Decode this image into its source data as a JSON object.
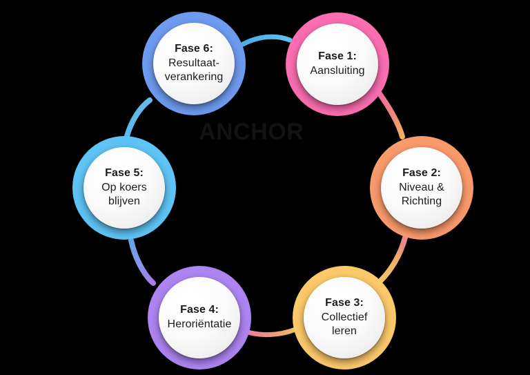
{
  "diagram": {
    "type": "cycle-diagram",
    "title": "ANCHOR fasen cyclus",
    "background_color": "#000000",
    "center": {
      "label": "ANCHOR",
      "ring_gradient": [
        "#63b8f7",
        "#a97bf0",
        "#fb6fb0",
        "#fba06a",
        "#fcc45f"
      ]
    },
    "phases": [
      {
        "id": "fase-1",
        "title": "Fase 1:",
        "subtitle": "Aansluiting",
        "subtitle_lines": [
          "Aansluiting"
        ],
        "ring_color": "#fb6eb0",
        "order": 1
      },
      {
        "id": "fase-2",
        "title": "Fase 2:",
        "subtitle": "Niveau & Richting",
        "subtitle_lines": [
          "Niveau &",
          "Richting"
        ],
        "ring_color": "#f99a6b",
        "order": 2
      },
      {
        "id": "fase-3",
        "title": "Fase 3:",
        "subtitle": "Collectief leren",
        "subtitle_lines": [
          "Collectief",
          "leren"
        ],
        "ring_color": "#fbc96a",
        "order": 3
      },
      {
        "id": "fase-4",
        "title": "Fase 4:",
        "subtitle": "Heroriëntatie",
        "subtitle_lines": [
          "Heroriëntatie"
        ],
        "ring_color": "#ad85f2",
        "order": 4
      },
      {
        "id": "fase-5",
        "title": "Fase 5:",
        "subtitle": "Op koers blijven",
        "subtitle_lines": [
          "Op koers",
          "blijven"
        ],
        "ring_color": "#5ec4f5",
        "order": 5
      },
      {
        "id": "fase-6",
        "title": "Fase 6:",
        "subtitle": "Resultaat-verankering",
        "subtitle_lines": [
          "Resultaat-",
          "verankering"
        ],
        "ring_color": "#6e9bf0",
        "order": 6
      }
    ],
    "connectors": [
      {
        "id": "c-6-1",
        "from": "fase-6",
        "to": "fase-1",
        "color_start": "#4fb5f2",
        "color_end": "#63c8f8"
      },
      {
        "id": "c-1-2",
        "from": "fase-1",
        "to": "fase-2",
        "color_start": "#fb6eb0",
        "color_end": "#fbb566"
      },
      {
        "id": "c-2-3",
        "from": "fase-2",
        "to": "fase-3",
        "color_start": "#f99a6b",
        "color_end": "#fbce6e"
      },
      {
        "id": "c-3-4",
        "from": "fase-3",
        "to": "fase-4",
        "color_start": "#fbc96a",
        "color_end": "#fb7fa8"
      },
      {
        "id": "c-4-5",
        "from": "fase-4",
        "to": "fase-5",
        "color_start": "#ad85f2",
        "color_end": "#6e9bf0"
      },
      {
        "id": "c-5-6",
        "from": "fase-5",
        "to": "fase-6",
        "color_start": "#5ec4f5",
        "color_end": "#6bb4f4"
      }
    ]
  }
}
